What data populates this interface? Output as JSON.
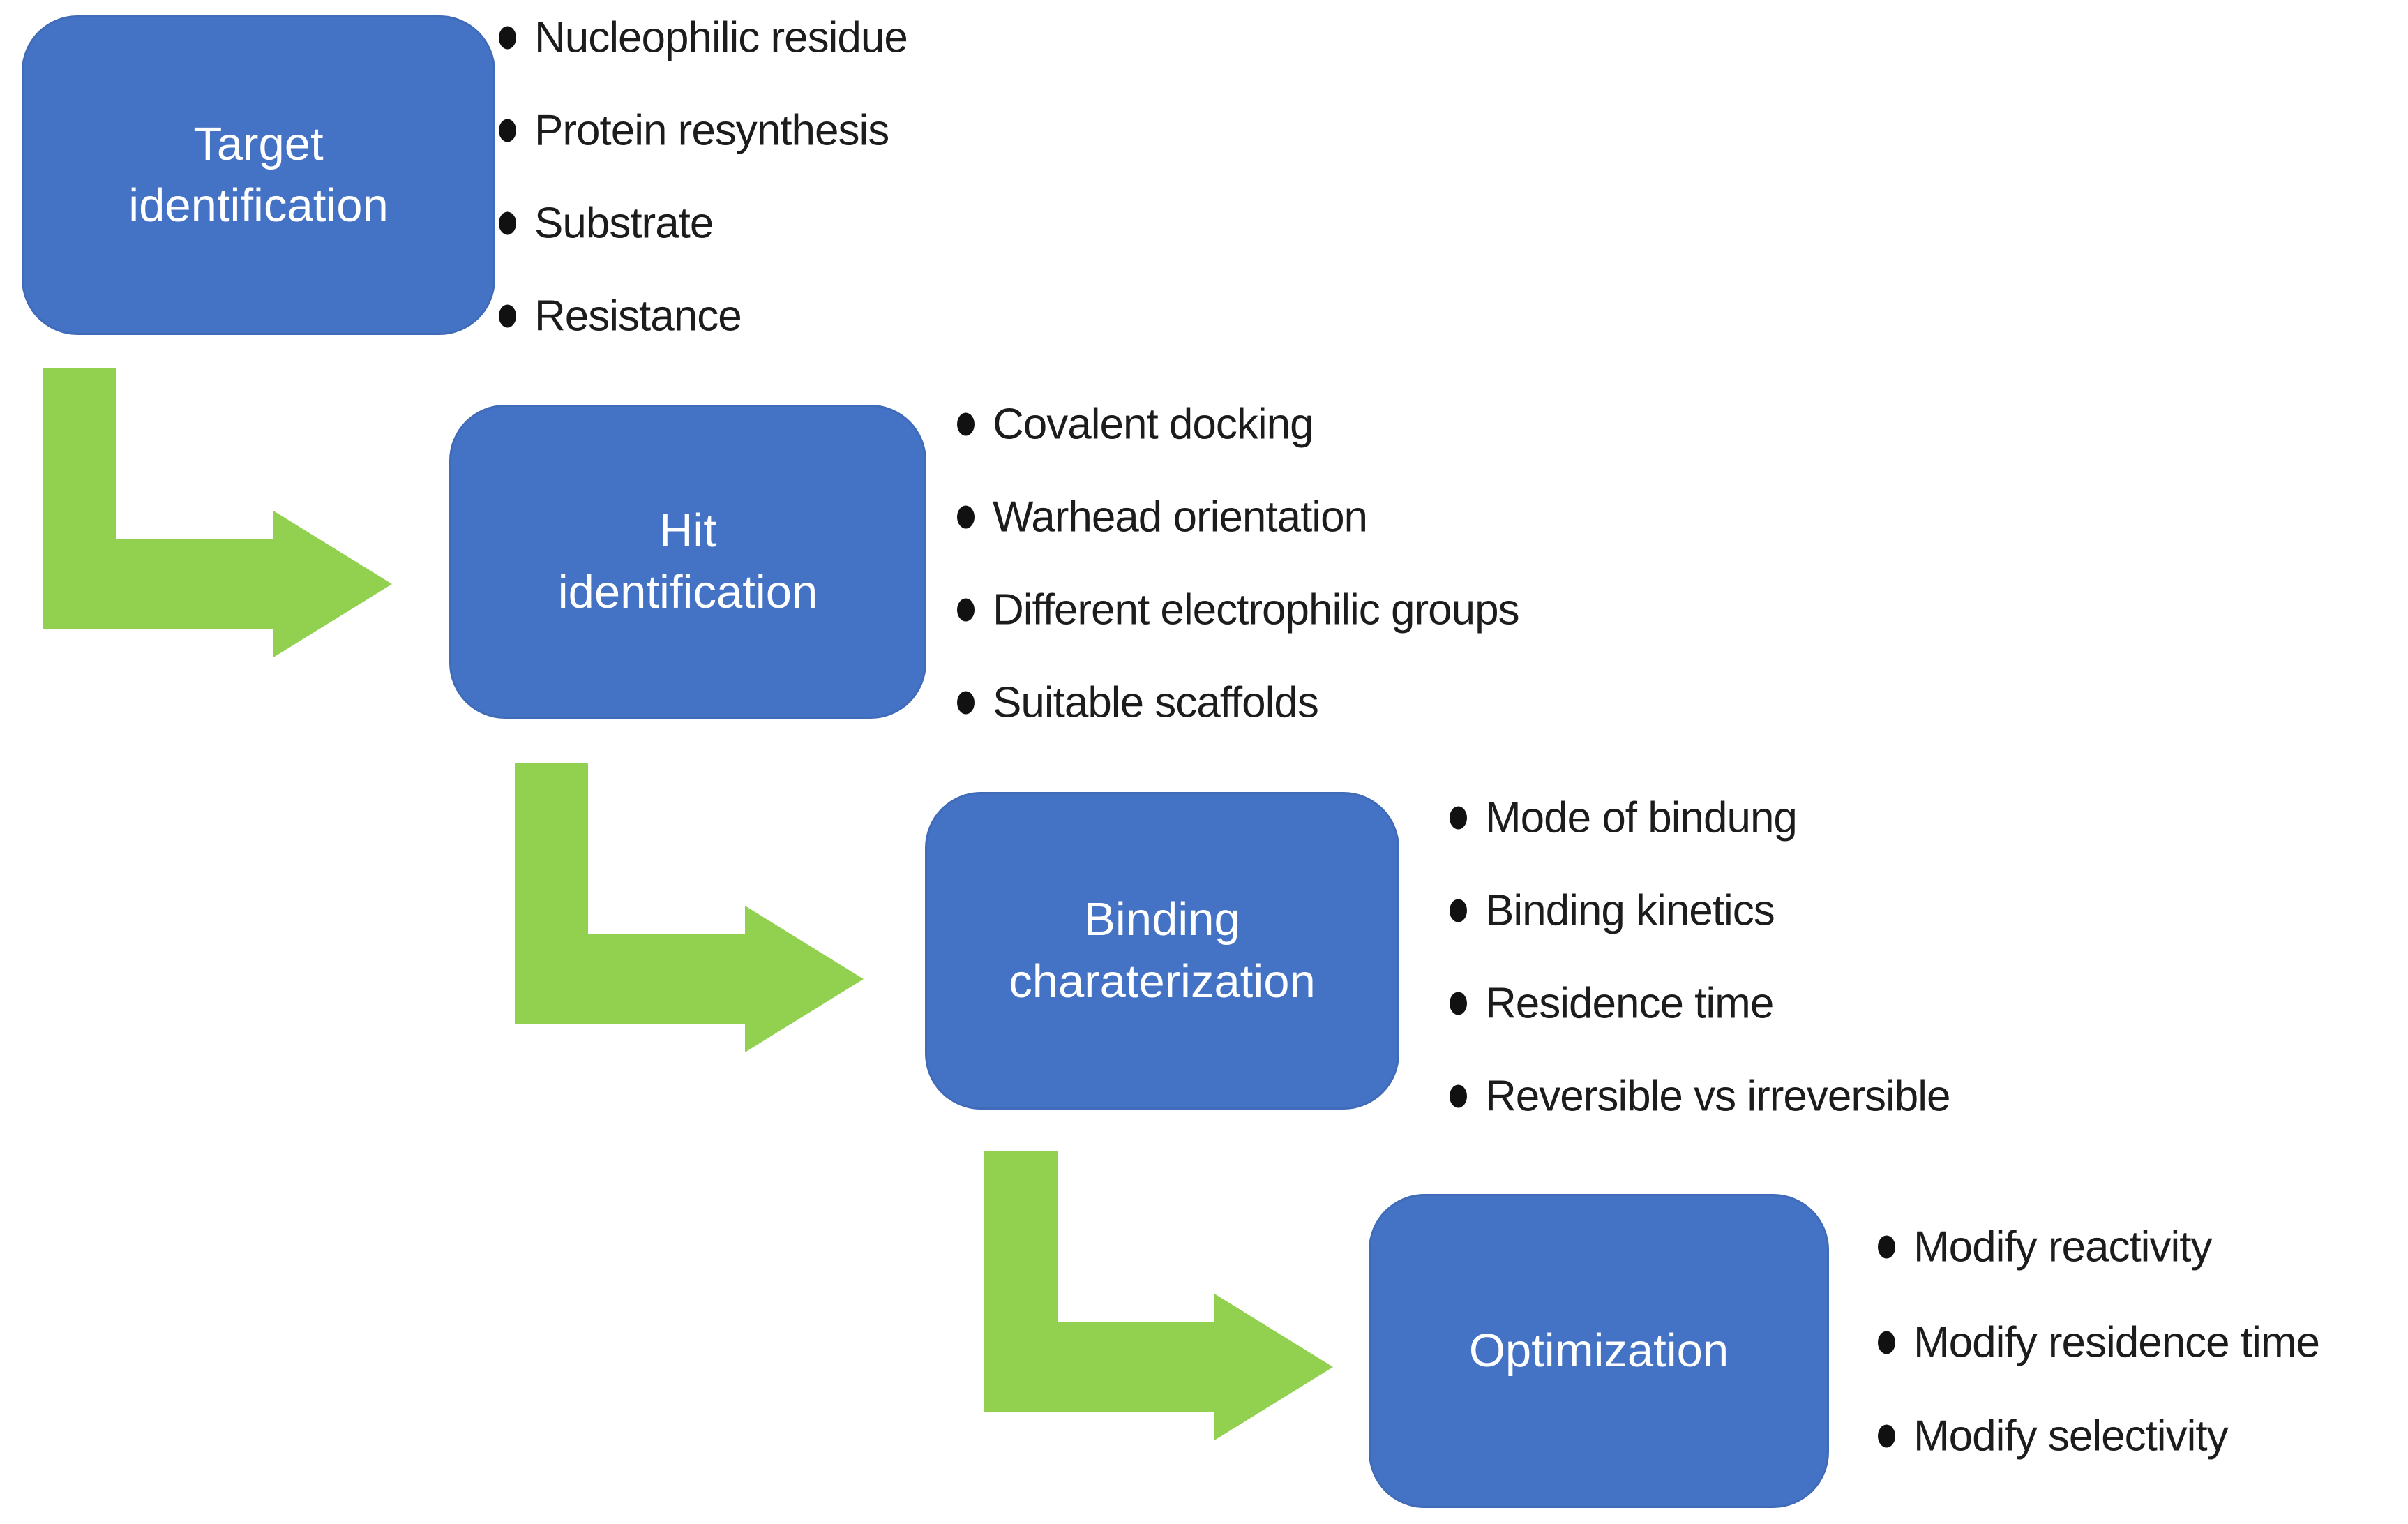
{
  "diagram": {
    "title_semantic": "covalent-drug-discovery-workflow",
    "colors": {
      "background": "#ffffff",
      "box_fill": "#4472C4",
      "box_text": "#ffffff",
      "arrow_fill": "#92D050",
      "bullet_text": "#1c1c1c"
    },
    "connector_icon": "elbow-arrow-down-right-icon",
    "bullet_icon": "bullet-dot-icon",
    "steps": [
      {
        "label": "Target identification",
        "label_lines": [
          "Target",
          "identification"
        ],
        "bullets": [
          "Nucleophilic residue",
          "Protein resynthesis",
          "Substrate",
          "Resistance"
        ]
      },
      {
        "label": "Hit identification",
        "label_lines": [
          "Hit",
          "identification"
        ],
        "bullets": [
          "Covalent docking",
          "Warhead orientation",
          "Different electrophilic groups",
          "Suitable scaffolds"
        ]
      },
      {
        "label": "Binding charaterization",
        "label_lines": [
          "Binding",
          "charaterization"
        ],
        "bullets": [
          "Mode of bindung",
          "Binding kinetics",
          "Residence time",
          "Reversible vs irreversible"
        ]
      },
      {
        "label": "Optimization",
        "label_lines": [
          "Optimization"
        ],
        "bullets": [
          "Modify reactivity",
          "Modify residence time",
          "Modify selectivity"
        ]
      }
    ]
  }
}
